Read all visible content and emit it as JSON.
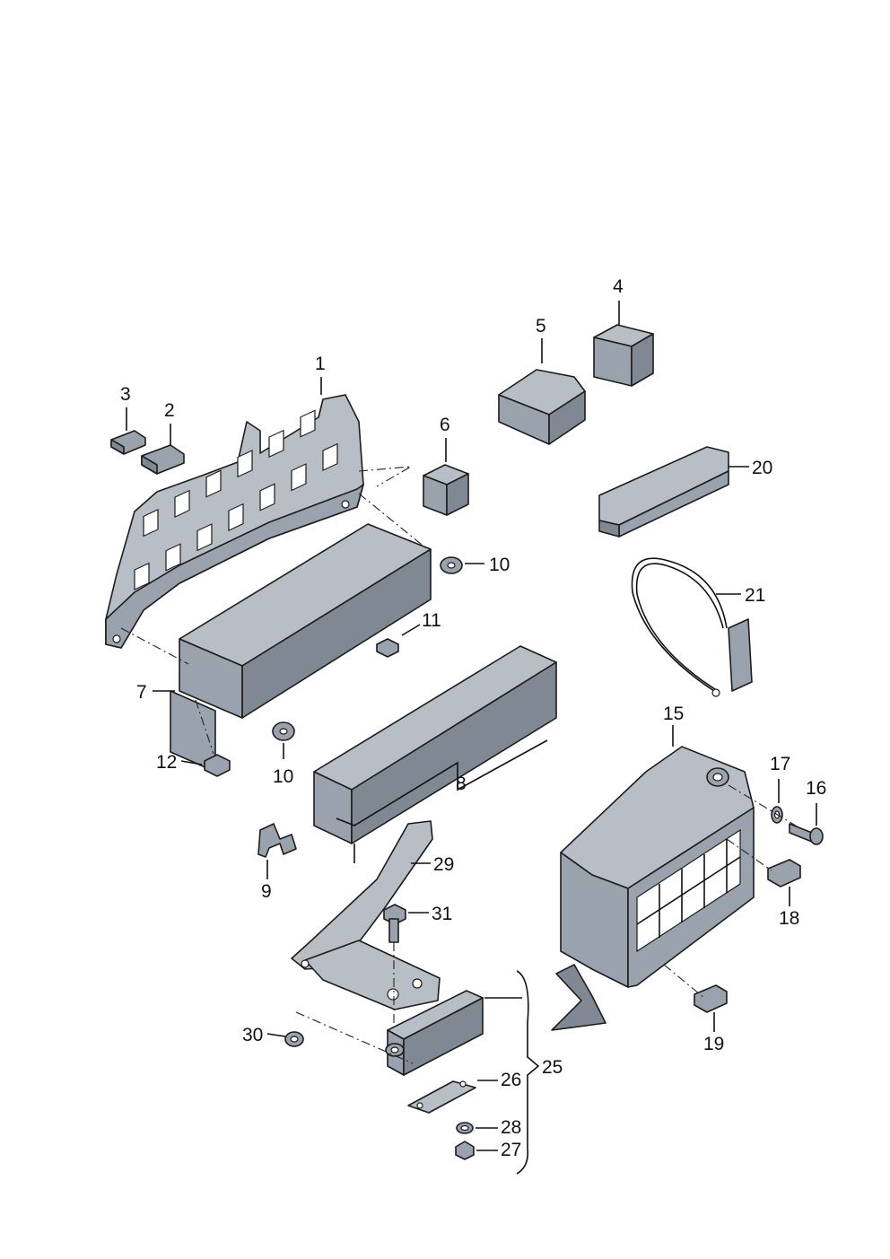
{
  "labels": {
    "p1": "1",
    "p2": "2",
    "p3": "3",
    "p4": "4",
    "p5": "5",
    "p6": "6",
    "p7": "7",
    "p8": "8",
    "p9": "9",
    "p10a": "10",
    "p10b": "10",
    "p11": "11",
    "p12": "12",
    "p15": "15",
    "p16": "16",
    "p17": "17",
    "p18": "18",
    "p19": "19",
    "p20": "20",
    "p21": "21",
    "p25": "25",
    "p26": "26",
    "p27": "27",
    "p28": "28",
    "p29": "29",
    "p30": "30",
    "p31": "31"
  },
  "colors": {
    "part_fill": "#9aa3ad",
    "part_light": "#b7bec6",
    "part_dark": "#7f8893",
    "outline": "#1c1c1c"
  }
}
